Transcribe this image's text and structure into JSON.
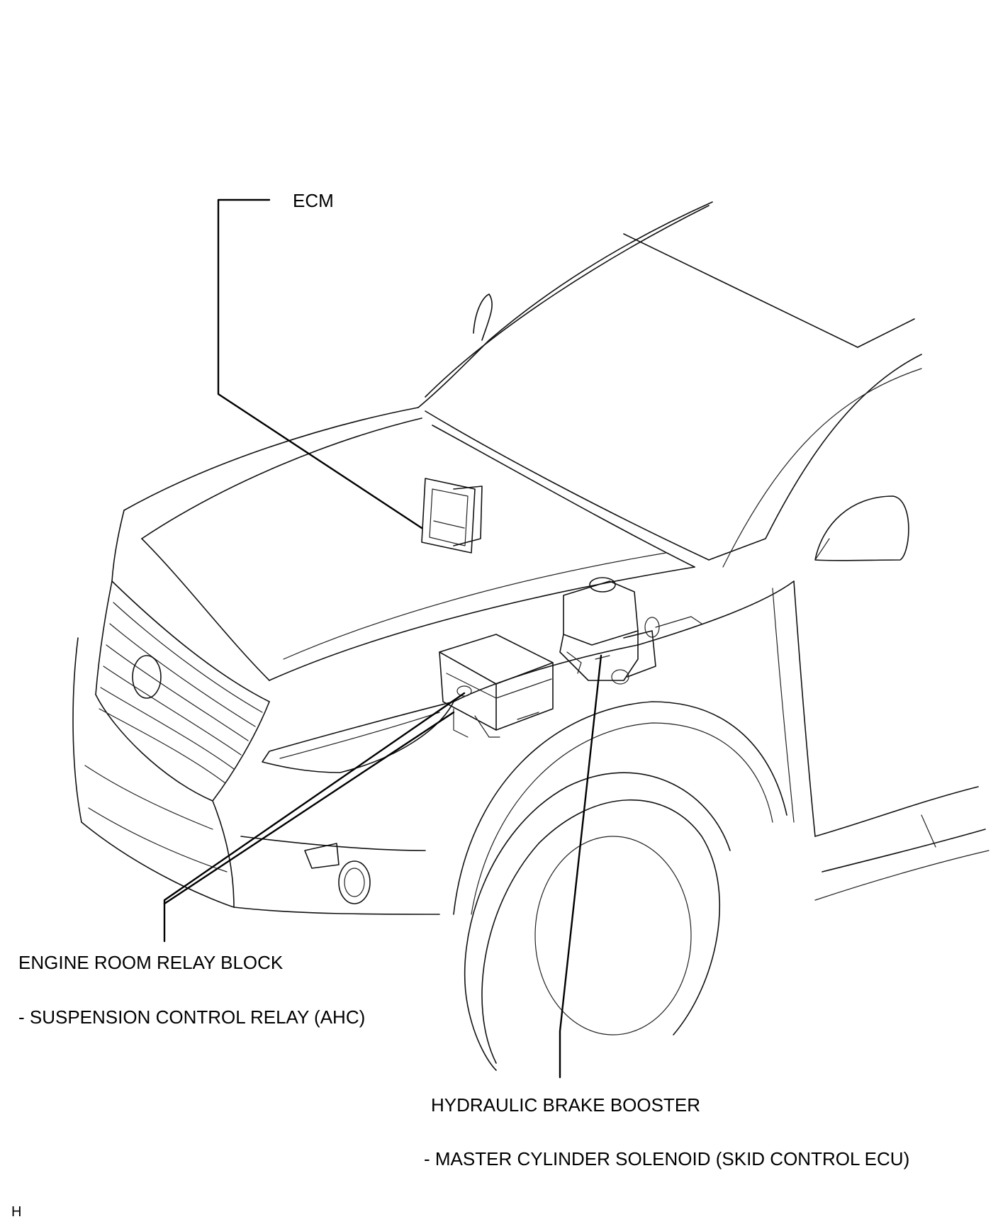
{
  "labels": {
    "ecm": "ECM",
    "relay_block": "ENGINE ROOM RELAY BLOCK",
    "relay_sub": "- SUSPENSION CONTROL RELAY (AHC)",
    "brake_booster": "HYDRAULIC BRAKE BOOSTER",
    "brake_sub": "- MASTER CYLINDER SOLENOID (SKID CONTROL ECU)",
    "corner_mark": "H"
  }
}
